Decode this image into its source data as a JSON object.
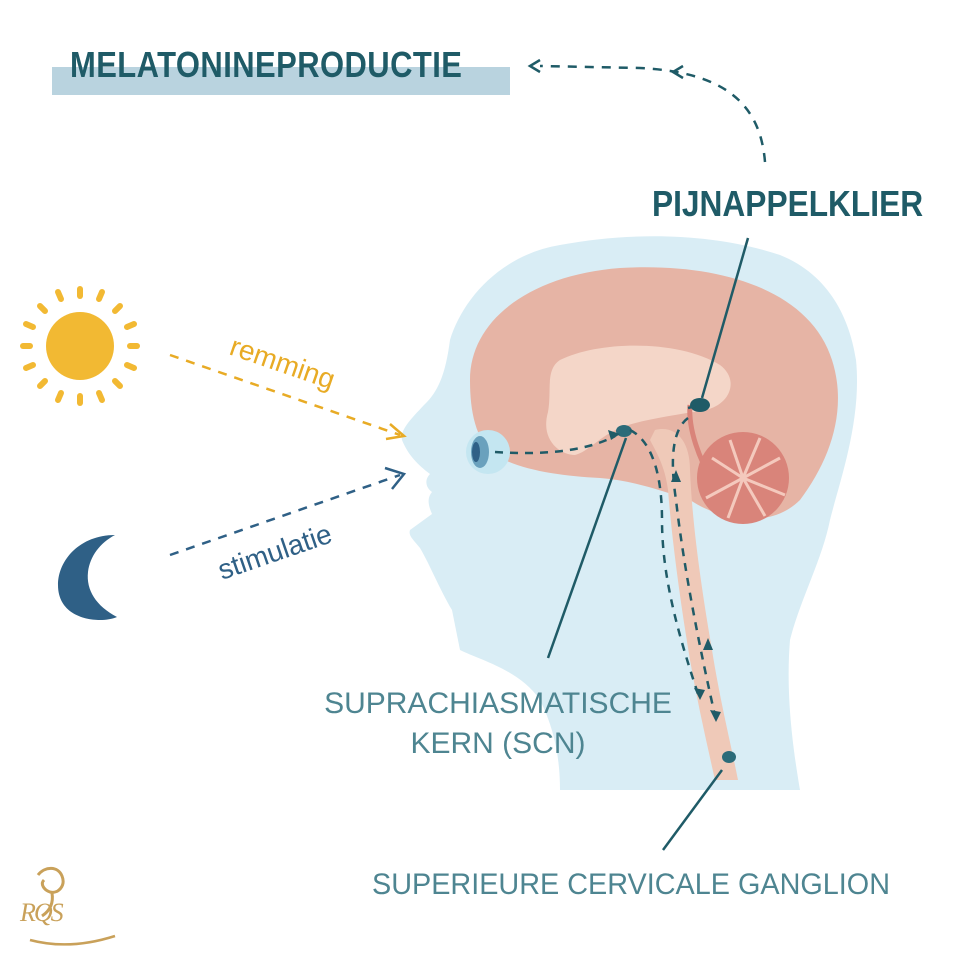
{
  "title": "MELATONINEPRODUCTIE",
  "labels": {
    "pineal": "PIJNAPPELKLIER",
    "scn_line1": "SUPRACHIASMATISCHE",
    "scn_line2": "KERN (SCN)",
    "scg": "SUPERIEURE CERVICALE GANGLION",
    "inhibition": "remming",
    "stimulation": "stimulatie"
  },
  "logo": {
    "letters": "RQS"
  },
  "colors": {
    "title_dark": "#1f5b67",
    "label_teal": "#4e8591",
    "title_band": "#b9d3df",
    "sun_yellow": "#f2b933",
    "inhibition_orange": "#e8ab25",
    "moon_blue": "#2f6086",
    "head_light_blue": "#d9edf5",
    "brain_pink": "#e6b4a5",
    "brain_inner": "#f4d6c8",
    "cerebellum": "#d9847a",
    "arrow_dark": "#1f5b67"
  },
  "icons": [
    "sun-icon",
    "moon-icon",
    "eye-icon",
    "rqs-logo-icon"
  ]
}
